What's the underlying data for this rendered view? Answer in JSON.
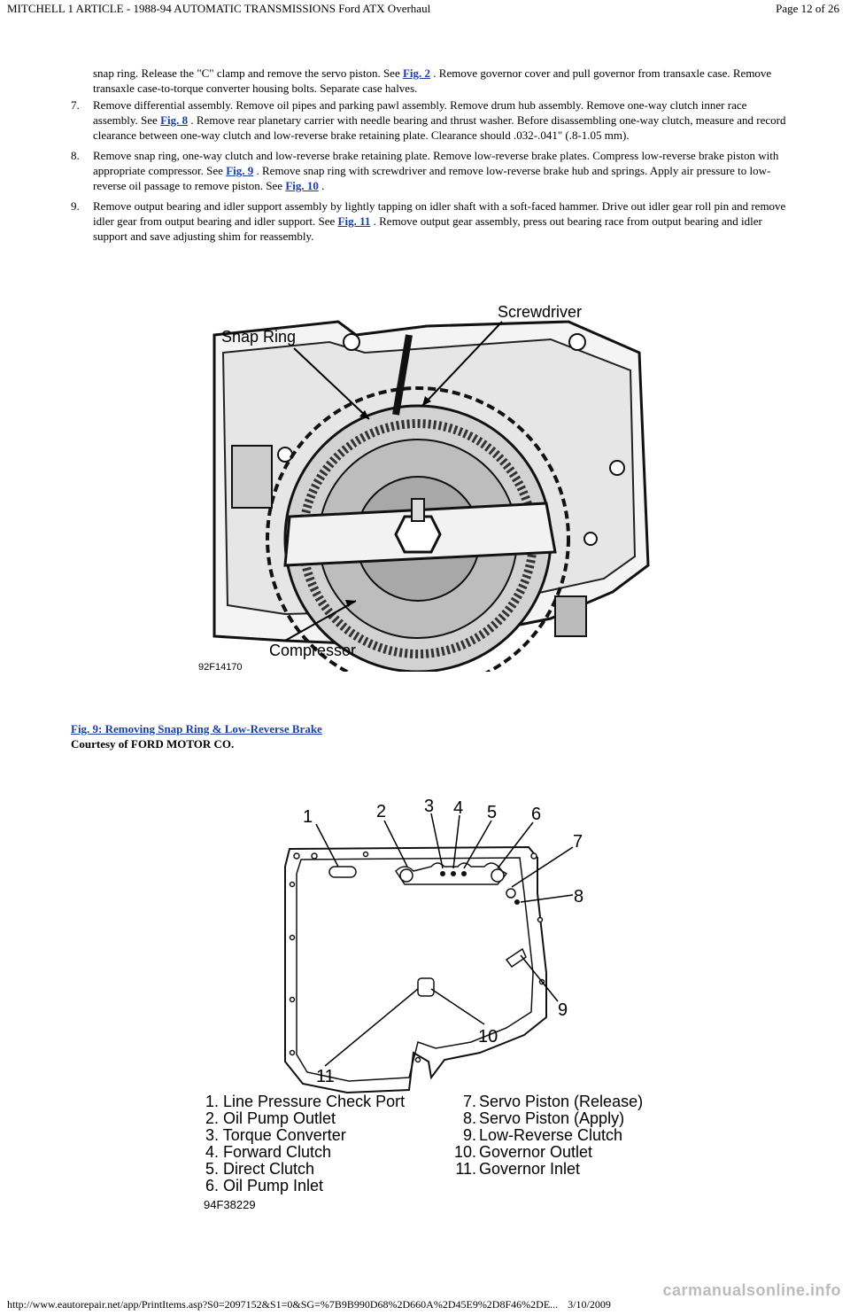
{
  "header": {
    "title": "MITCHELL 1 ARTICLE - 1988-94 AUTOMATIC TRANSMISSIONS Ford ATX Overhaul",
    "page": "Page 12 of 26"
  },
  "intro": {
    "p1": "snap ring. Release the \"C\" clamp and remove the servo piston. See ",
    "p1_link": "Fig. 2",
    "p1_rest": " . Remove governor cover and pull governor from transaxle case. Remove transaxle case-to-torque converter housing bolts. Separate case halves."
  },
  "steps": [
    {
      "num": "7.",
      "a": "Remove differential assembly. Remove oil pipes and parking pawl assembly. Remove drum hub assembly. Remove one-way clutch inner race assembly. See ",
      "link": "Fig. 8",
      "b": " . Remove rear planetary carrier with needle bearing and thrust washer. Before disassembling one-way clutch, measure and record clearance between one-way clutch and low-reverse brake retaining plate. Clearance should .032-.041\" (.8-1.05 mm)."
    },
    {
      "num": "8.",
      "a": "Remove snap ring, one-way clutch and low-reverse brake retaining plate. Remove low-reverse brake plates. Compress low-reverse brake piston with appropriate compressor. See ",
      "link": "Fig. 9",
      "b": " . Remove snap ring with screwdriver and remove low-reverse brake hub and springs. Apply air pressure to low-reverse oil passage to remove piston. See ",
      "link2": "Fig. 10",
      "c": " ."
    },
    {
      "num": "9.",
      "a": "Remove output bearing and idler support assembly by lightly tapping on idler shaft with a soft-faced hammer. Drive out idler gear roll pin and remove idler gear from output bearing and idler support. See ",
      "link": "Fig. 11",
      "b": " . Remove output gear assembly, press out bearing race from output bearing and idler support and save adjusting shim for reassembly."
    }
  ],
  "figure1": {
    "labels": {
      "snap_ring": "Snap Ring",
      "screwdriver": "Screwdriver",
      "compressor": "Compressor"
    },
    "code": "92F14170",
    "caption": "Fig. 9: Removing Snap Ring & Low-Reverse Brake",
    "courtesy": "Courtesy of FORD MOTOR CO."
  },
  "figure2": {
    "callouts": [
      "1",
      "2",
      "3",
      "4",
      "5",
      "6",
      "7",
      "8",
      "9",
      "10",
      "11"
    ],
    "legend_left": [
      "1. Line Pressure Check Port",
      "2. Oil Pump Outlet",
      "3. Torque Converter",
      "4. Forward Clutch",
      "5. Direct Clutch",
      "6. Oil Pump Inlet"
    ],
    "legend_right_nums": [
      "7.",
      "8.",
      "9.",
      "10.",
      "11."
    ],
    "legend_right": [
      "Servo Piston (Release)",
      "Servo Piston (Apply)",
      "Low-Reverse Clutch",
      "Governor Outlet",
      "Governor Inlet"
    ],
    "code": "94F38229"
  },
  "footer": {
    "url": "http://www.eautorepair.net/app/PrintItems.asp?S0=2097152&S1=0&SG=%7B9B990D68%2D660A%2D45E9%2D8F46%2DE...",
    "date": "3/10/2009"
  },
  "watermark": "carmanualsonline.info"
}
